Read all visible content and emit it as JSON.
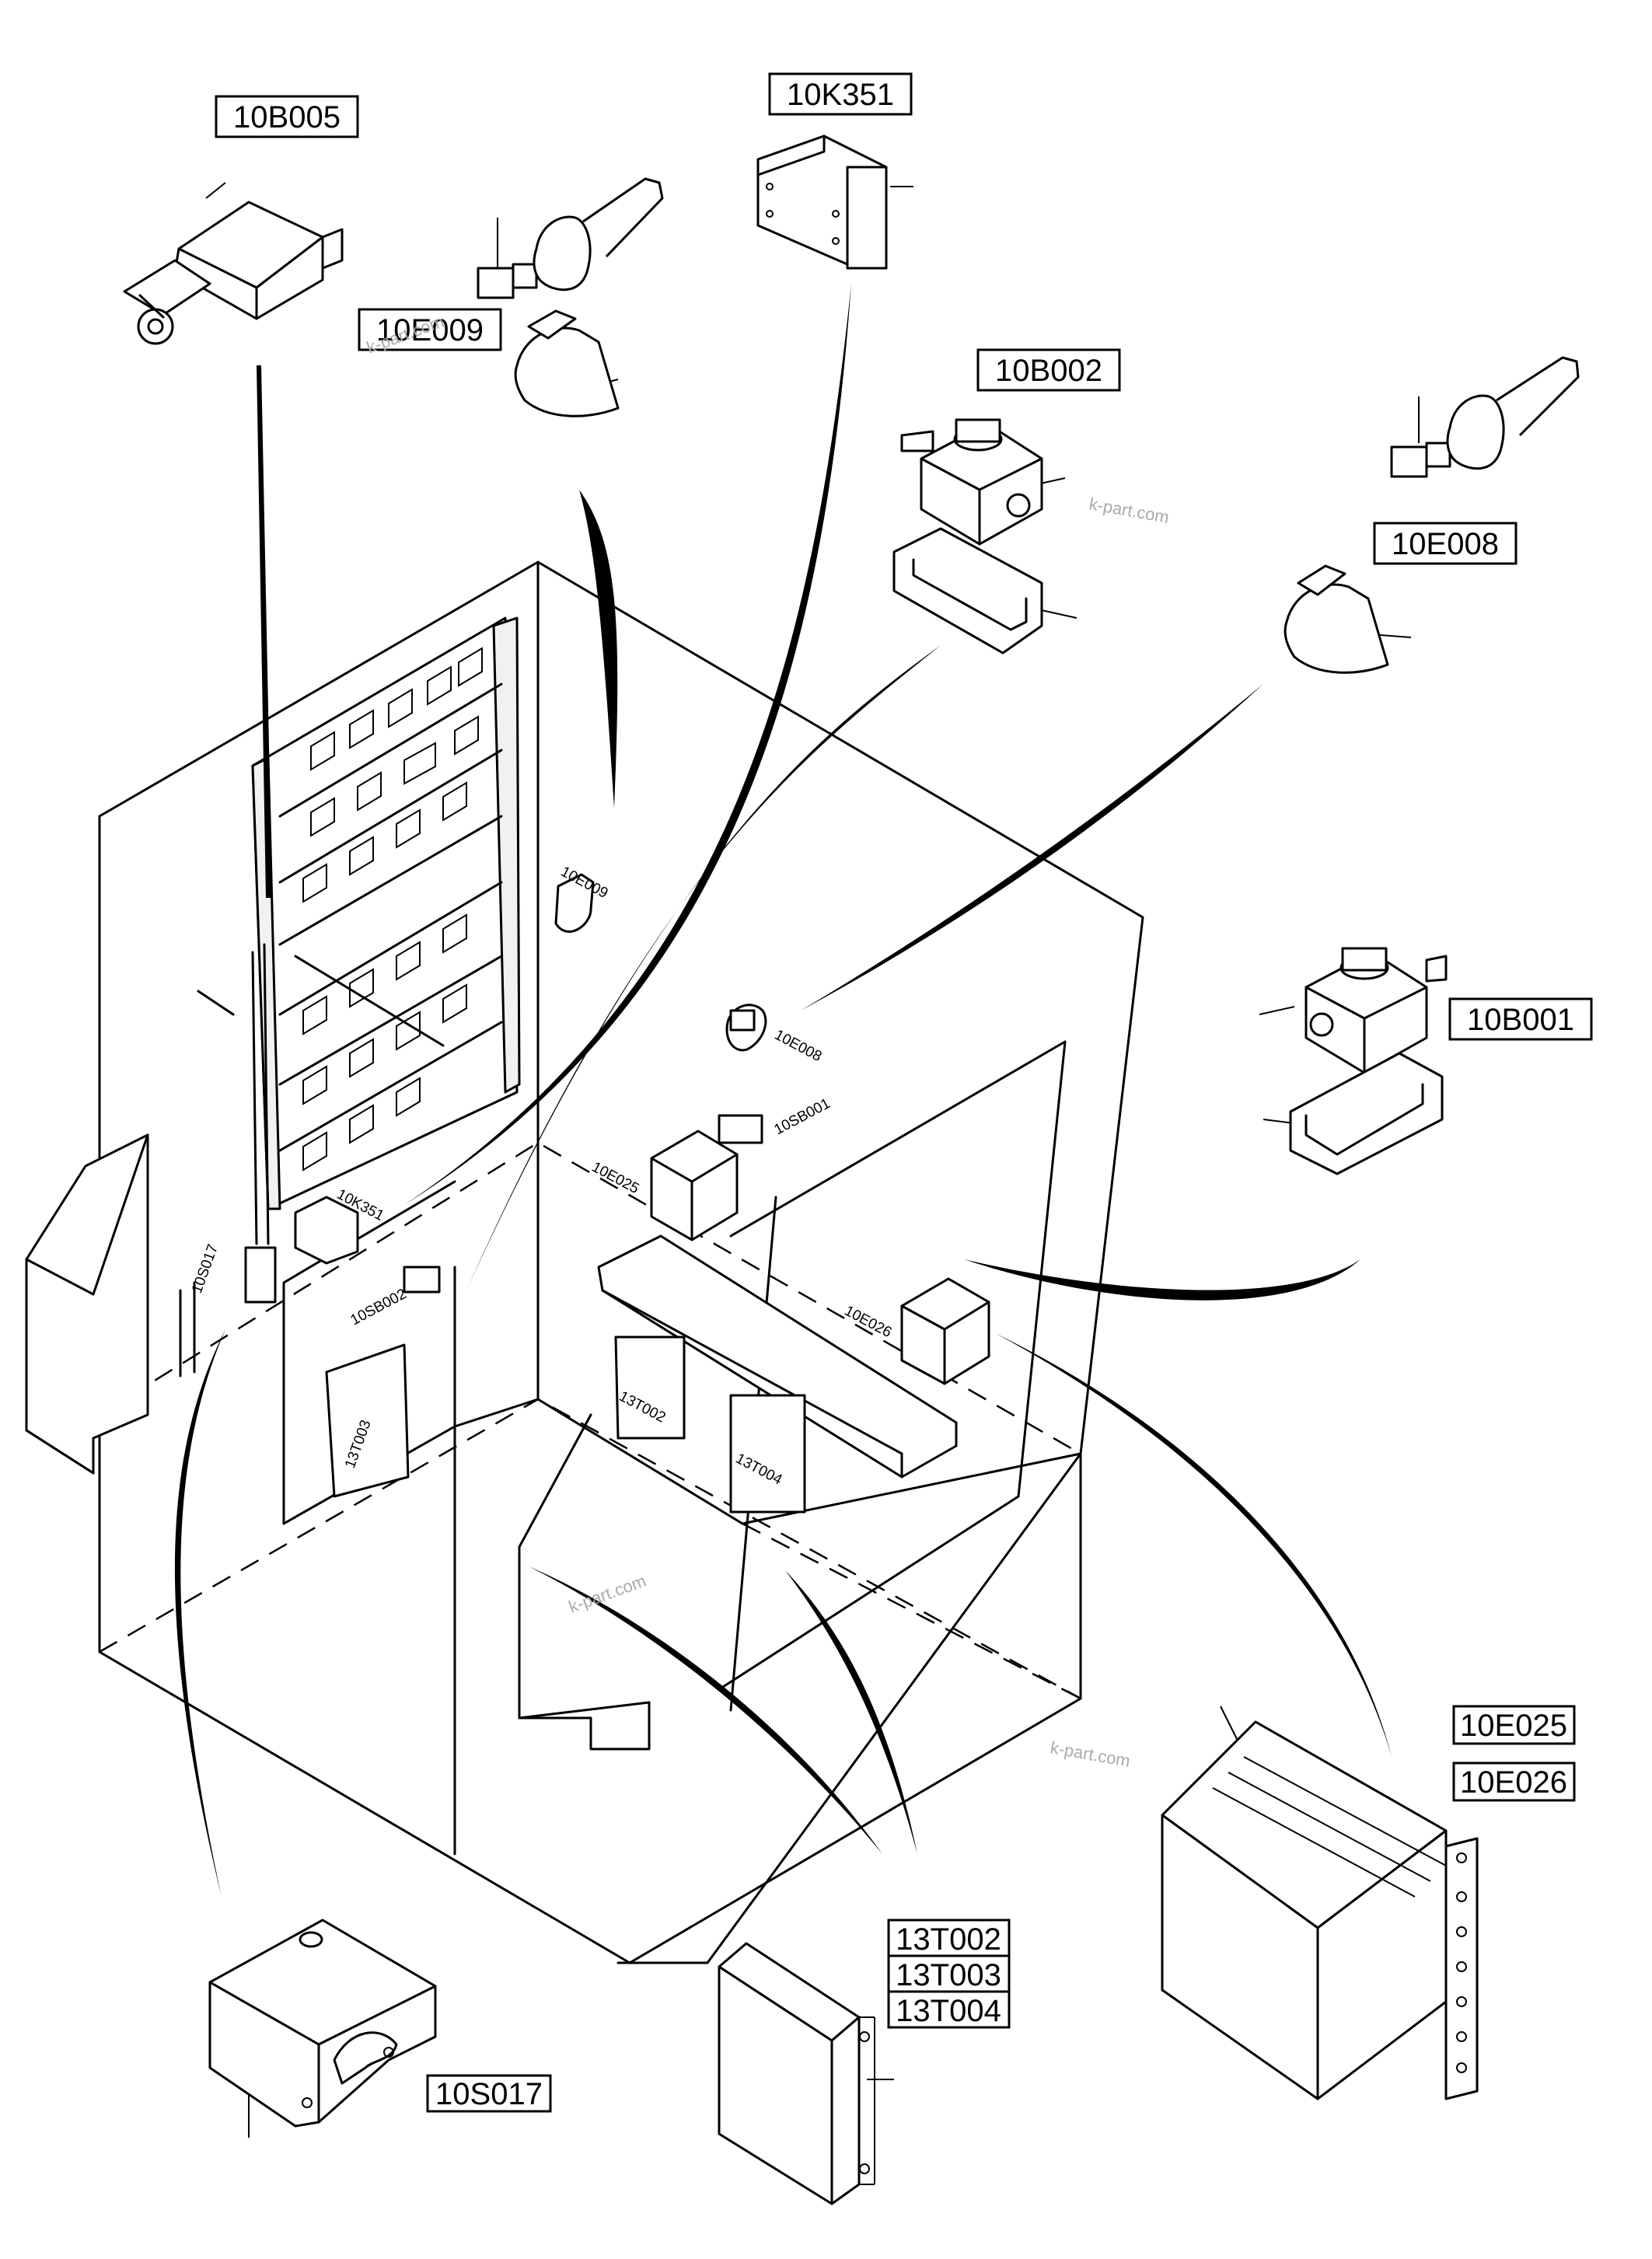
{
  "callouts": {
    "c10B005": "10B005",
    "c10K351": "10K351",
    "c10E009": "10E009",
    "c10B002": "10B002",
    "c10E008": "10E008",
    "c10B001": "10B001",
    "c10E025": "10E025",
    "c10E026": "10E026",
    "c13T002": "13T002",
    "c13T003": "13T003",
    "c13T004": "13T004",
    "c10S017": "10S017"
  },
  "inline_labels": {
    "l10E009": "10E009",
    "l10E008": "10E008",
    "l10SB001": "10SB001",
    "l10E025": "10E025",
    "l10K351": "10K351",
    "l10S017": "10S017",
    "l10SB002": "10SB002",
    "l10E026": "10E026",
    "l13T002": "13T002",
    "l13T004": "13T004",
    "l13T003": "13T003"
  },
  "watermark": {
    "text": "k-part.com"
  }
}
